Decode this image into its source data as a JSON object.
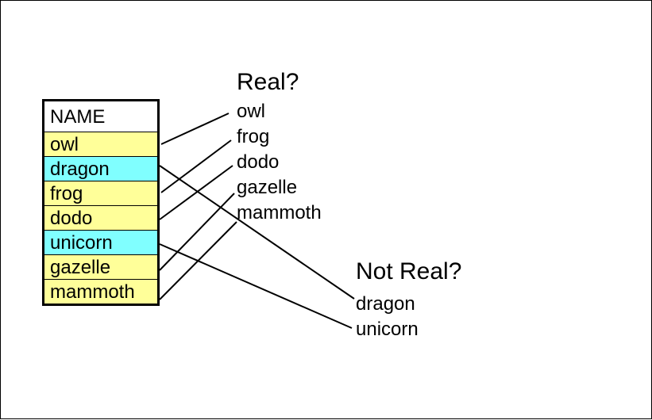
{
  "table": {
    "header": "NAME",
    "rows": [
      {
        "label": "owl",
        "color": "#ffff99"
      },
      {
        "label": "dragon",
        "color": "#80ffff"
      },
      {
        "label": "frog",
        "color": "#ffff99"
      },
      {
        "label": "dodo",
        "color": "#ffff99"
      },
      {
        "label": "unicorn",
        "color": "#80ffff"
      },
      {
        "label": "gazelle",
        "color": "#ffff99"
      },
      {
        "label": "mammoth",
        "color": "#ffff99"
      }
    ]
  },
  "real": {
    "heading": "Real?",
    "items": [
      "owl",
      "frog",
      "dodo",
      "gazelle",
      "mammoth"
    ]
  },
  "not_real": {
    "heading": "Not Real?",
    "items": [
      "dragon",
      "unicorn"
    ]
  },
  "connections": [
    {
      "from": "owl",
      "to": "owl",
      "group": "real"
    },
    {
      "from": "frog",
      "to": "frog",
      "group": "real"
    },
    {
      "from": "dodo",
      "to": "dodo",
      "group": "real"
    },
    {
      "from": "gazelle",
      "to": "gazelle",
      "group": "real"
    },
    {
      "from": "mammoth",
      "to": "mammoth",
      "group": "real"
    },
    {
      "from": "dragon",
      "to": "dragon",
      "group": "not_real"
    },
    {
      "from": "unicorn",
      "to": "unicorn",
      "group": "not_real"
    }
  ]
}
